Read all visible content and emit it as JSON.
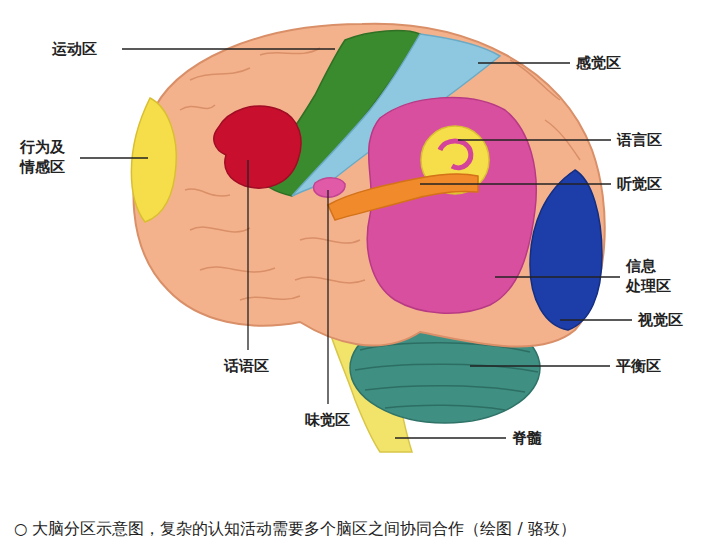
{
  "diagram": {
    "caption": "○ 大脑分区示意图，复杂的认知活动需要多个脑区之间协同合作（绘图 / 骆玫）",
    "labels": [
      "运动区",
      "感觉区",
      "行为及 情感区",
      "语言区",
      "听觉区",
      "信息 处理区",
      "视觉区",
      "平衡区",
      "话语区",
      "味觉区",
      "脊髓"
    ]
  }
}
